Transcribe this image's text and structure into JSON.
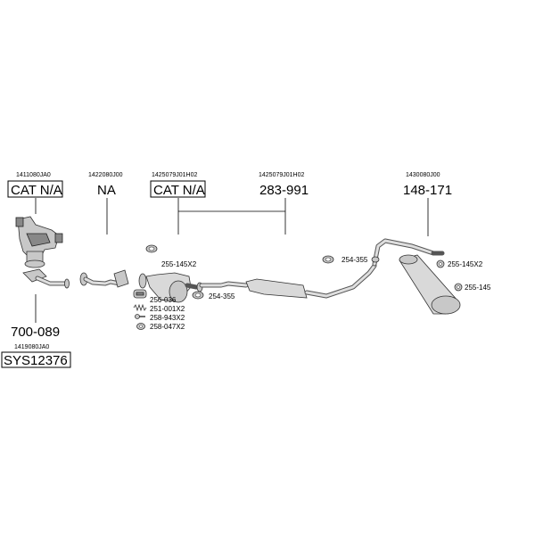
{
  "groups": [
    {
      "code": "1411080JA0",
      "ref": "CAT N/A"
    },
    {
      "code": "1422080J00",
      "ref": "NA"
    },
    {
      "code": "1425079J01H02",
      "ref": "CAT N/A"
    },
    {
      "code": "1425079J01H02",
      "ref": "283-991"
    },
    {
      "code": "1430080J00",
      "ref": "148-171"
    }
  ],
  "bottom_ref": {
    "ref": "700-089",
    "code": "1419080JA0",
    "system": "SYS12376"
  },
  "parts": {
    "p1": "255-145X2",
    "p2": "254-355",
    "p3": "255-145X2",
    "p4": "256-036",
    "p5": "251-001X2",
    "p6": "258-943X2",
    "p7": "258-047X2",
    "p8": "254-355",
    "p9": "255-145"
  }
}
